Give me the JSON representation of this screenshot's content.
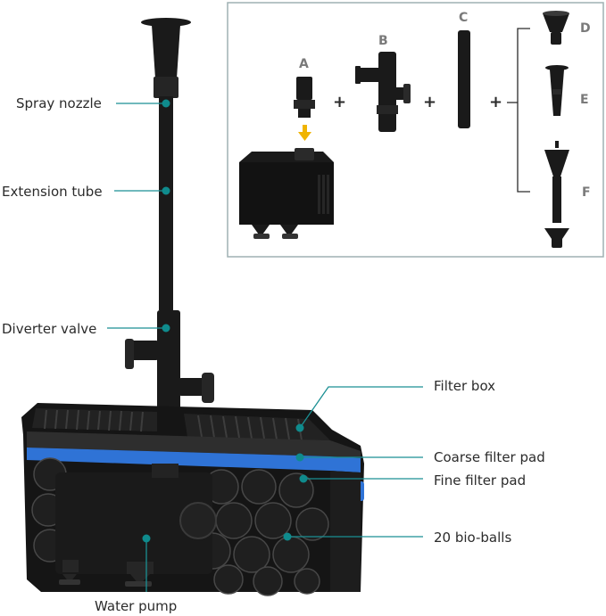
{
  "colors": {
    "leader": "#1a8f93",
    "dot": "#0f8b8d",
    "inset_border": "#9fb1b3",
    "plastic": "#161616",
    "blue_pad": "#2f73d6",
    "arrow": "#f0b400"
  },
  "callouts": {
    "spray_nozzle": "Spray nozzle",
    "extension_tube": "Extension tube",
    "diverter_valve": "Diverter valve",
    "water_pump": "Water pump",
    "filter_box": "Filter box",
    "coarse_filter_pad": "Coarse filter pad",
    "fine_filter_pad": "Fine filter pad",
    "bio_balls": "20 bio-balls"
  },
  "accessories": {
    "letters": [
      "A",
      "B",
      "C",
      "D",
      "E",
      "F"
    ],
    "plus_sign": "+"
  }
}
